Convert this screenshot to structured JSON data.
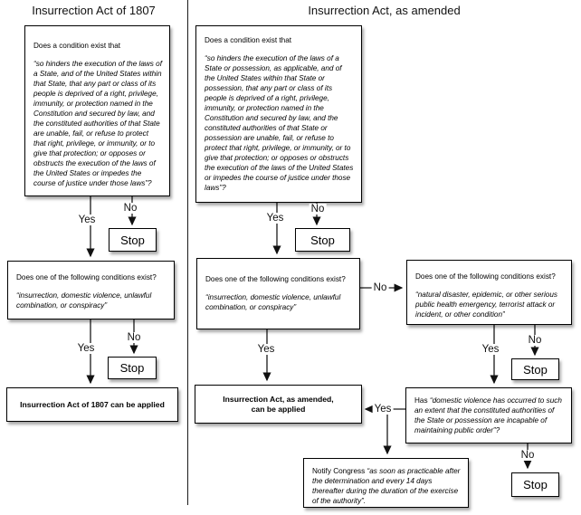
{
  "titles": {
    "left": "Insurrection Act of 1807",
    "right": "Insurrection Act, as amended"
  },
  "labels": {
    "yes": "Yes",
    "no": "No",
    "stop": "Stop"
  },
  "colors": {
    "line": "#1a1a1a",
    "box_border": "#000000",
    "box_fill": "#ffffff"
  },
  "boxes": {
    "left_q1": {
      "lead": "Does a condition exist that",
      "quote": "“so hinders the execution of the laws of a State, and of the United States within that State, that any part or class of its people is deprived of a right, privilege, immunity, or protection named in the Constitution and secured by law, and the constituted authorities of that State are unable, fail, or refuse to protect that right, privilege, or immunity, or to give that protection; or opposes or obstructs the execution of the laws of the United States or impedes the course of justice under those laws”?"
    },
    "right_q1": {
      "lead": "Does a condition exist that",
      "quote": "“so hinders the execution of the laws of a State or possession, as applicable, and of the United States within that State or possession, that any part or class of its people is deprived of a right, privilege, immunity, or protection named in the Constitution and secured by law, and the constituted authorities of that State or possession are unable, fail, or refuse to protect that right, privilege, or immunity, or to give that protection; or opposes or obstructs the execution of the laws of the United States or impedes the course of justice under those laws”?"
    },
    "left_q2": {
      "lead": "Does one of the following conditions exist?",
      "quote": "“insurrection, domestic violence, unlawful combination, or conspiracy”"
    },
    "right_q2": {
      "lead": "Does one of the following conditions exist?",
      "quote": "“insurrection, domestic violence, unlawful combination, or conspiracy”"
    },
    "right_q3": {
      "lead": "Does one of the following conditions exist?",
      "quote": "“natural disaster, epidemic, or other serious public health emergency, terrorist attack or incident, or other condition”"
    },
    "has_box": {
      "lead": "Has ",
      "quote": "“domestic violence has occurred to such an extent that the constituted authorities of the State or possession are incapable of maintaining public order”?"
    },
    "notify_box": {
      "lead": "Notify Congress ",
      "quote": "“as soon as practicable after the determination and every 14 days thereafter during the duration of the exercise of the authority”."
    },
    "left_result": {
      "line1": "Insurrection Act of 1807 can be applied"
    },
    "right_result": {
      "line1": "Insurrection Act, as amended,",
      "line2": "can be applied"
    }
  }
}
